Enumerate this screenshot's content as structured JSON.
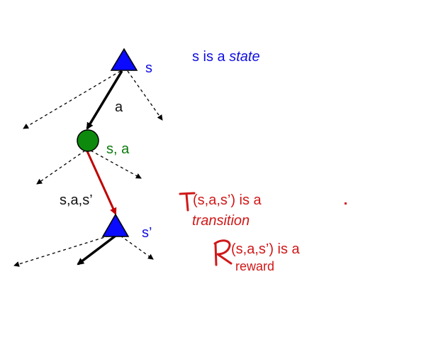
{
  "diagram": {
    "colors": {
      "state": "#1010e0",
      "qstate": "#0b7a0b",
      "transition": "#c00000",
      "text_red": "#d01818",
      "line": "#000000"
    },
    "labels": {
      "state_s": "s",
      "action_a": "a",
      "qstate": "s, a",
      "transition_triplet": "s,a,s’",
      "next_state": "s’"
    },
    "annotations": {
      "state_prefix": "s is a ",
      "state_word": "state",
      "transition_args": "(s,a,s’) is a",
      "transition_word": "transition",
      "reward_args": "(s,a,s’) is a",
      "reward_word": "reward"
    },
    "handwritten": {
      "T": "T",
      "R": "R"
    }
  }
}
